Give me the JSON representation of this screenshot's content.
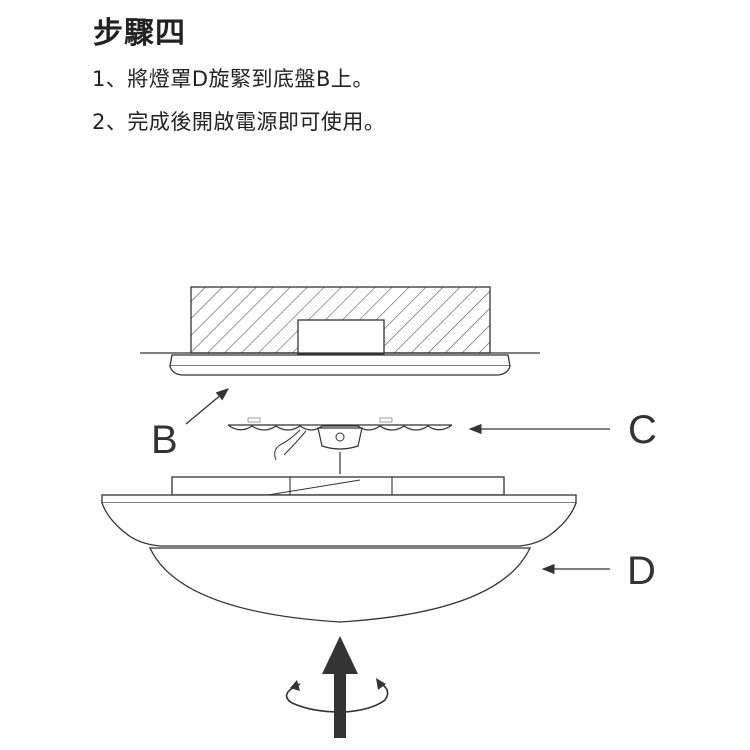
{
  "heading": "步驟四",
  "steps": [
    "1、將燈罩D旋緊到底盤B上。",
    "2、完成後開啟電源即可使用。"
  ],
  "labels": {
    "b": "B",
    "c": "C",
    "d": "D"
  },
  "colors": {
    "line": "#333333",
    "text": "#222222",
    "hatch": "#555555"
  }
}
